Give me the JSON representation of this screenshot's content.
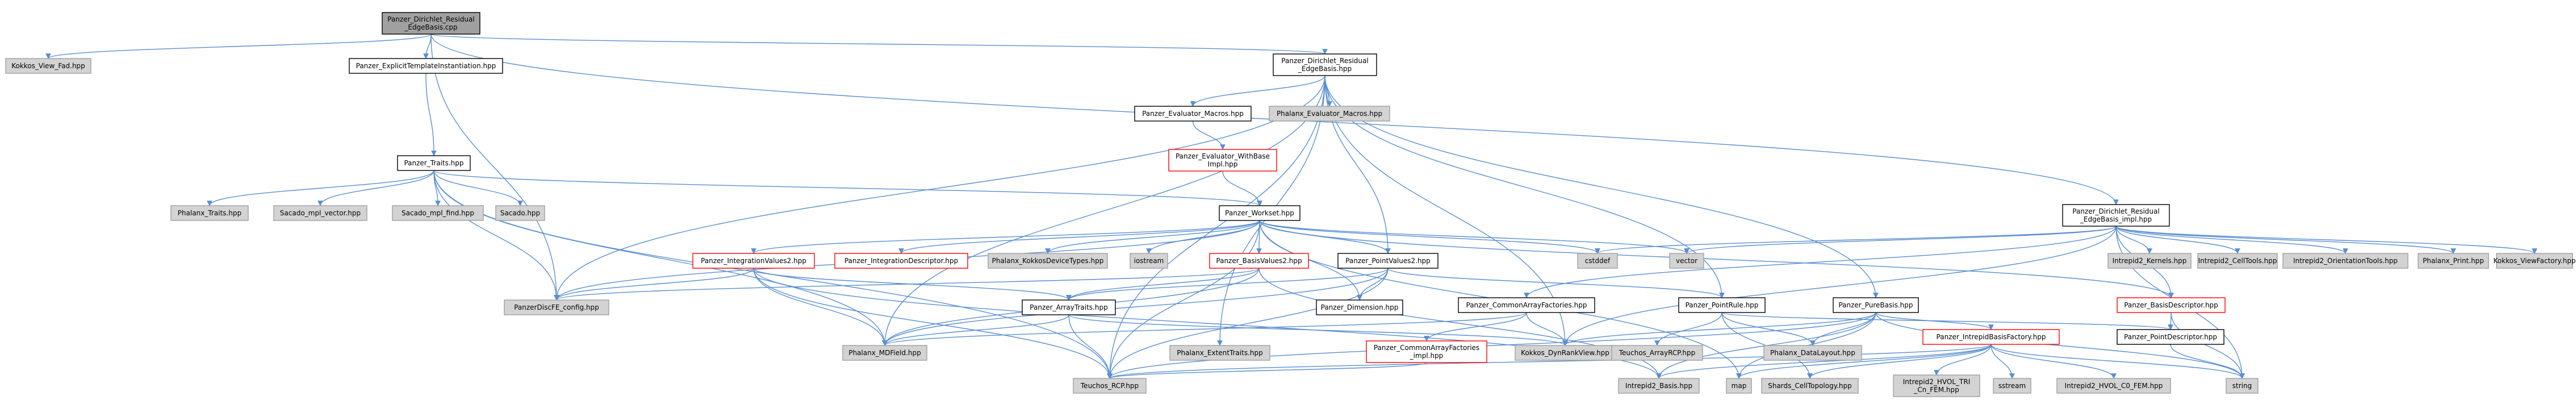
{
  "colors": {
    "edge": "#63b8ff",
    "edge_stroke": "#5a8fd0",
    "node_fill_gray": "#d3d3d3",
    "node_fill_white": "#ffffff",
    "node_fill_root": "#a0a0a0",
    "border_black": "#000000",
    "border_red": "#ff0000",
    "border_gray": "#a0a0a0"
  },
  "nodes": [
    {
      "id": "root",
      "lines": [
        "Panzer_Dirichlet_Residual",
        "_EdgeBasis.cpp"
      ],
      "style": "root"
    },
    {
      "id": "kokkos_view_fad",
      "lines": [
        "Kokkos_View_Fad.hpp"
      ],
      "style": "gray"
    },
    {
      "id": "explicit_inst",
      "lines": [
        "Panzer_ExplicitTemplateInstantiation.hpp"
      ],
      "style": "white"
    },
    {
      "id": "edgebasis_hpp",
      "lines": [
        "Panzer_Dirichlet_Residual",
        "_EdgeBasis.hpp"
      ],
      "style": "white"
    },
    {
      "id": "evaluator_macros",
      "lines": [
        "Panzer_Evaluator_Macros.hpp"
      ],
      "style": "white"
    },
    {
      "id": "phalanx_evaluator_macros",
      "lines": [
        "Phalanx_Evaluator_Macros.hpp"
      ],
      "style": "gray"
    },
    {
      "id": "evaluator_withbase",
      "lines": [
        "Panzer_Evaluator_WithBase",
        "Impl.hpp"
      ],
      "style": "red"
    },
    {
      "id": "traits",
      "lines": [
        "Panzer_Traits.hpp"
      ],
      "style": "white"
    },
    {
      "id": "phalanx_traits",
      "lines": [
        "Phalanx_Traits.hpp"
      ],
      "style": "gray"
    },
    {
      "id": "sacado_mpl_vector",
      "lines": [
        "Sacado_mpl_vector.hpp"
      ],
      "style": "gray"
    },
    {
      "id": "sacado_mpl_find",
      "lines": [
        "Sacado_mpl_find.hpp"
      ],
      "style": "gray"
    },
    {
      "id": "sacado",
      "lines": [
        "Sacado.hpp"
      ],
      "style": "gray"
    },
    {
      "id": "workset",
      "lines": [
        "Panzer_Workset.hpp"
      ],
      "style": "white"
    },
    {
      "id": "integration_values2",
      "lines": [
        "Panzer_IntegrationValues2.hpp"
      ],
      "style": "red"
    },
    {
      "id": "integration_descriptor",
      "lines": [
        "Panzer_IntegrationDescriptor.hpp"
      ],
      "style": "red"
    },
    {
      "id": "phalanx_kokkos_device",
      "lines": [
        "Phalanx_KokkosDeviceTypes.hpp"
      ],
      "style": "gray"
    },
    {
      "id": "iostream",
      "lines": [
        "iostream"
      ],
      "style": "gray"
    },
    {
      "id": "basis_values2",
      "lines": [
        "Panzer_BasisValues2.hpp"
      ],
      "style": "red"
    },
    {
      "id": "point_values2",
      "lines": [
        "Panzer_PointValues2.hpp"
      ],
      "style": "white"
    },
    {
      "id": "cstddef",
      "lines": [
        "cstddef"
      ],
      "style": "gray"
    },
    {
      "id": "vector",
      "lines": [
        "vector"
      ],
      "style": "gray"
    },
    {
      "id": "edgebasis_impl",
      "lines": [
        "Panzer_Dirichlet_Residual",
        "_EdgeBasis_impl.hpp"
      ],
      "style": "white"
    },
    {
      "id": "intrepid2_kernels",
      "lines": [
        "Intrepid2_Kernels.hpp"
      ],
      "style": "gray"
    },
    {
      "id": "intrepid2_celltools",
      "lines": [
        "Intrepid2_CellTools.hpp"
      ],
      "style": "gray"
    },
    {
      "id": "intrepid2_orientationtools",
      "lines": [
        "Intrepid2_OrientationTools.hpp"
      ],
      "style": "gray"
    },
    {
      "id": "phalanx_print",
      "lines": [
        "Phalanx_Print.hpp"
      ],
      "style": "gray"
    },
    {
      "id": "kokkos_viewfactory",
      "lines": [
        "Kokkos_ViewFactory.hpp"
      ],
      "style": "gray"
    },
    {
      "id": "panzerdiscfe_config",
      "lines": [
        "PanzerDiscFE_config.hpp"
      ],
      "style": "gray"
    },
    {
      "id": "array_traits",
      "lines": [
        "Panzer_ArrayTraits.hpp"
      ],
      "style": "white"
    },
    {
      "id": "dimension",
      "lines": [
        "Panzer_Dimension.hpp"
      ],
      "style": "white"
    },
    {
      "id": "common_array_factories",
      "lines": [
        "Panzer_CommonArrayFactories.hpp"
      ],
      "style": "white"
    },
    {
      "id": "point_rule",
      "lines": [
        "Panzer_PointRule.hpp"
      ],
      "style": "white"
    },
    {
      "id": "pure_basis",
      "lines": [
        "Panzer_PureBasis.hpp"
      ],
      "style": "white"
    },
    {
      "id": "basis_descriptor",
      "lines": [
        "Panzer_BasisDescriptor.hpp"
      ],
      "style": "red"
    },
    {
      "id": "point_descriptor",
      "lines": [
        "Panzer_PointDescriptor.hpp"
      ],
      "style": "white"
    },
    {
      "id": "phalanx_mdfield",
      "lines": [
        "Phalanx_MDField.hpp"
      ],
      "style": "gray"
    },
    {
      "id": "phalanx_extenttraits",
      "lines": [
        "Phalanx_ExtentTraits.hpp"
      ],
      "style": "gray"
    },
    {
      "id": "common_array_factories_impl",
      "lines": [
        "Panzer_CommonArrayFactories",
        "_impl.hpp"
      ],
      "style": "red"
    },
    {
      "id": "kokkos_dynrankview",
      "lines": [
        "Kokkos_DynRankView.hpp"
      ],
      "style": "gray"
    },
    {
      "id": "teuchos_arrayrcp",
      "lines": [
        "Teuchos_ArrayRCP.hpp"
      ],
      "style": "gray"
    },
    {
      "id": "phalanx_datalayout",
      "lines": [
        "Phalanx_DataLayout.hpp"
      ],
      "style": "gray"
    },
    {
      "id": "intrepid_basis_factory",
      "lines": [
        "Panzer_IntrepidBasisFactory.hpp"
      ],
      "style": "red"
    },
    {
      "id": "teuchos_rcp",
      "lines": [
        "Teuchos_RCP.hpp"
      ],
      "style": "gray"
    },
    {
      "id": "intrepid2_basis",
      "lines": [
        "Intrepid2_Basis.hpp"
      ],
      "style": "gray"
    },
    {
      "id": "map",
      "lines": [
        "map"
      ],
      "style": "gray"
    },
    {
      "id": "shards_celltopology",
      "lines": [
        "Shards_CellTopology.hpp"
      ],
      "style": "gray"
    },
    {
      "id": "intrepid2_hvol_tri",
      "lines": [
        "Intrepid2_HVOL_TRI",
        "_Cn_FEM.hpp"
      ],
      "style": "gray"
    },
    {
      "id": "sstream",
      "lines": [
        "sstream"
      ],
      "style": "gray"
    },
    {
      "id": "intrepid2_hvol_c0",
      "lines": [
        "Intrepid2_HVOL_C0_FEM.hpp"
      ],
      "style": "gray"
    },
    {
      "id": "string",
      "lines": [
        "string"
      ],
      "style": "gray"
    }
  ],
  "edges": [
    [
      "root",
      "kokkos_view_fad"
    ],
    [
      "root",
      "explicit_inst"
    ],
    [
      "root",
      "edgebasis_hpp"
    ],
    [
      "root",
      "edgebasis_impl"
    ],
    [
      "root",
      "panzerdiscfe_config"
    ],
    [
      "explicit_inst",
      "traits"
    ],
    [
      "edgebasis_hpp",
      "evaluator_macros"
    ],
    [
      "edgebasis_hpp",
      "phalanx_evaluator_macros"
    ],
    [
      "edgebasis_hpp",
      "panzerdiscfe_config"
    ],
    [
      "edgebasis_hpp",
      "phalanx_mdfield"
    ],
    [
      "edgebasis_hpp",
      "point_values2"
    ],
    [
      "edgebasis_hpp",
      "teuchos_rcp"
    ],
    [
      "edgebasis_hpp",
      "kokkos_dynrankview"
    ],
    [
      "edgebasis_hpp",
      "point_rule"
    ],
    [
      "edgebasis_hpp",
      "pure_basis"
    ],
    [
      "edgebasis_hpp",
      "phalanx_extenttraits"
    ],
    [
      "evaluator_macros",
      "evaluator_withbase"
    ],
    [
      "evaluator_withbase",
      "workset"
    ],
    [
      "traits",
      "phalanx_traits"
    ],
    [
      "traits",
      "sacado_mpl_vector"
    ],
    [
      "traits",
      "sacado_mpl_find"
    ],
    [
      "traits",
      "sacado"
    ],
    [
      "traits",
      "workset"
    ],
    [
      "traits",
      "panzerdiscfe_config"
    ],
    [
      "traits",
      "teuchos_rcp"
    ],
    [
      "traits",
      "phalanx_mdfield"
    ],
    [
      "workset",
      "integration_values2"
    ],
    [
      "workset",
      "integration_descriptor"
    ],
    [
      "workset",
      "phalanx_kokkos_device"
    ],
    [
      "workset",
      "iostream"
    ],
    [
      "workset",
      "basis_values2"
    ],
    [
      "workset",
      "point_values2"
    ],
    [
      "workset",
      "cstddef"
    ],
    [
      "workset",
      "vector"
    ],
    [
      "workset",
      "dimension"
    ],
    [
      "workset",
      "teuchos_rcp"
    ],
    [
      "workset",
      "basis_descriptor"
    ],
    [
      "workset",
      "panzerdiscfe_config"
    ],
    [
      "workset",
      "map"
    ],
    [
      "integration_values2",
      "panzerdiscfe_config"
    ],
    [
      "integration_values2",
      "array_traits"
    ],
    [
      "integration_values2",
      "phalanx_mdfield"
    ],
    [
      "integration_values2",
      "teuchos_rcp"
    ],
    [
      "integration_values2",
      "intrepid2_basis"
    ],
    [
      "basis_values2",
      "array_traits"
    ],
    [
      "basis_values2",
      "panzerdiscfe_config"
    ],
    [
      "basis_values2",
      "phalanx_mdfield"
    ],
    [
      "basis_values2",
      "intrepid2_basis"
    ],
    [
      "point_values2",
      "array_traits"
    ],
    [
      "point_values2",
      "dimension"
    ],
    [
      "point_values2",
      "point_rule"
    ],
    [
      "point_values2",
      "phalanx_mdfield"
    ],
    [
      "point_values2",
      "teuchos_rcp"
    ],
    [
      "array_traits",
      "phalanx_mdfield"
    ],
    [
      "array_traits",
      "teuchos_rcp"
    ],
    [
      "array_traits",
      "kokkos_dynrankview"
    ],
    [
      "common_array_factories",
      "common_array_factories_impl"
    ],
    [
      "common_array_factories",
      "kokkos_dynrankview"
    ],
    [
      "common_array_factories",
      "phalanx_mdfield"
    ],
    [
      "common_array_factories_impl",
      "teuchos_rcp"
    ],
    [
      "point_rule",
      "teuchos_arrayrcp"
    ],
    [
      "point_rule",
      "phalanx_datalayout"
    ],
    [
      "point_rule",
      "shards_celltopology"
    ],
    [
      "point_rule",
      "point_descriptor"
    ],
    [
      "pure_basis",
      "phalanx_datalayout"
    ],
    [
      "pure_basis",
      "intrepid_basis_factory"
    ],
    [
      "pure_basis",
      "teuchos_rcp"
    ],
    [
      "pure_basis",
      "kokkos_dynrankview"
    ],
    [
      "pure_basis",
      "intrepid2_basis"
    ],
    [
      "pure_basis",
      "map"
    ],
    [
      "pure_basis",
      "string"
    ],
    [
      "basis_descriptor",
      "point_descriptor"
    ],
    [
      "basis_descriptor",
      "string"
    ],
    [
      "point_descriptor",
      "string"
    ],
    [
      "intrepid_basis_factory",
      "teuchos_rcp"
    ],
    [
      "intrepid_basis_factory",
      "intrepid2_basis"
    ],
    [
      "intrepid_basis_factory",
      "map"
    ],
    [
      "intrepid_basis_factory",
      "shards_celltopology"
    ],
    [
      "intrepid_basis_factory",
      "intrepid2_hvol_tri"
    ],
    [
      "intrepid_basis_factory",
      "sstream"
    ],
    [
      "intrepid_basis_factory",
      "intrepid2_hvol_c0"
    ],
    [
      "intrepid_basis_factory",
      "string"
    ],
    [
      "edgebasis_impl",
      "cstddef"
    ],
    [
      "edgebasis_impl",
      "vector"
    ],
    [
      "edgebasis_impl",
      "intrepid2_kernels"
    ],
    [
      "edgebasis_impl",
      "intrepid2_celltools"
    ],
    [
      "edgebasis_impl",
      "intrepid2_orientationtools"
    ],
    [
      "edgebasis_impl",
      "phalanx_print"
    ],
    [
      "edgebasis_impl",
      "kokkos_viewfactory"
    ],
    [
      "edgebasis_impl",
      "common_array_factories"
    ],
    [
      "edgebasis_impl",
      "basis_descriptor"
    ],
    [
      "edgebasis_impl",
      "string"
    ],
    [
      "edgebasis_impl",
      "kokkos_dynrankview"
    ]
  ]
}
